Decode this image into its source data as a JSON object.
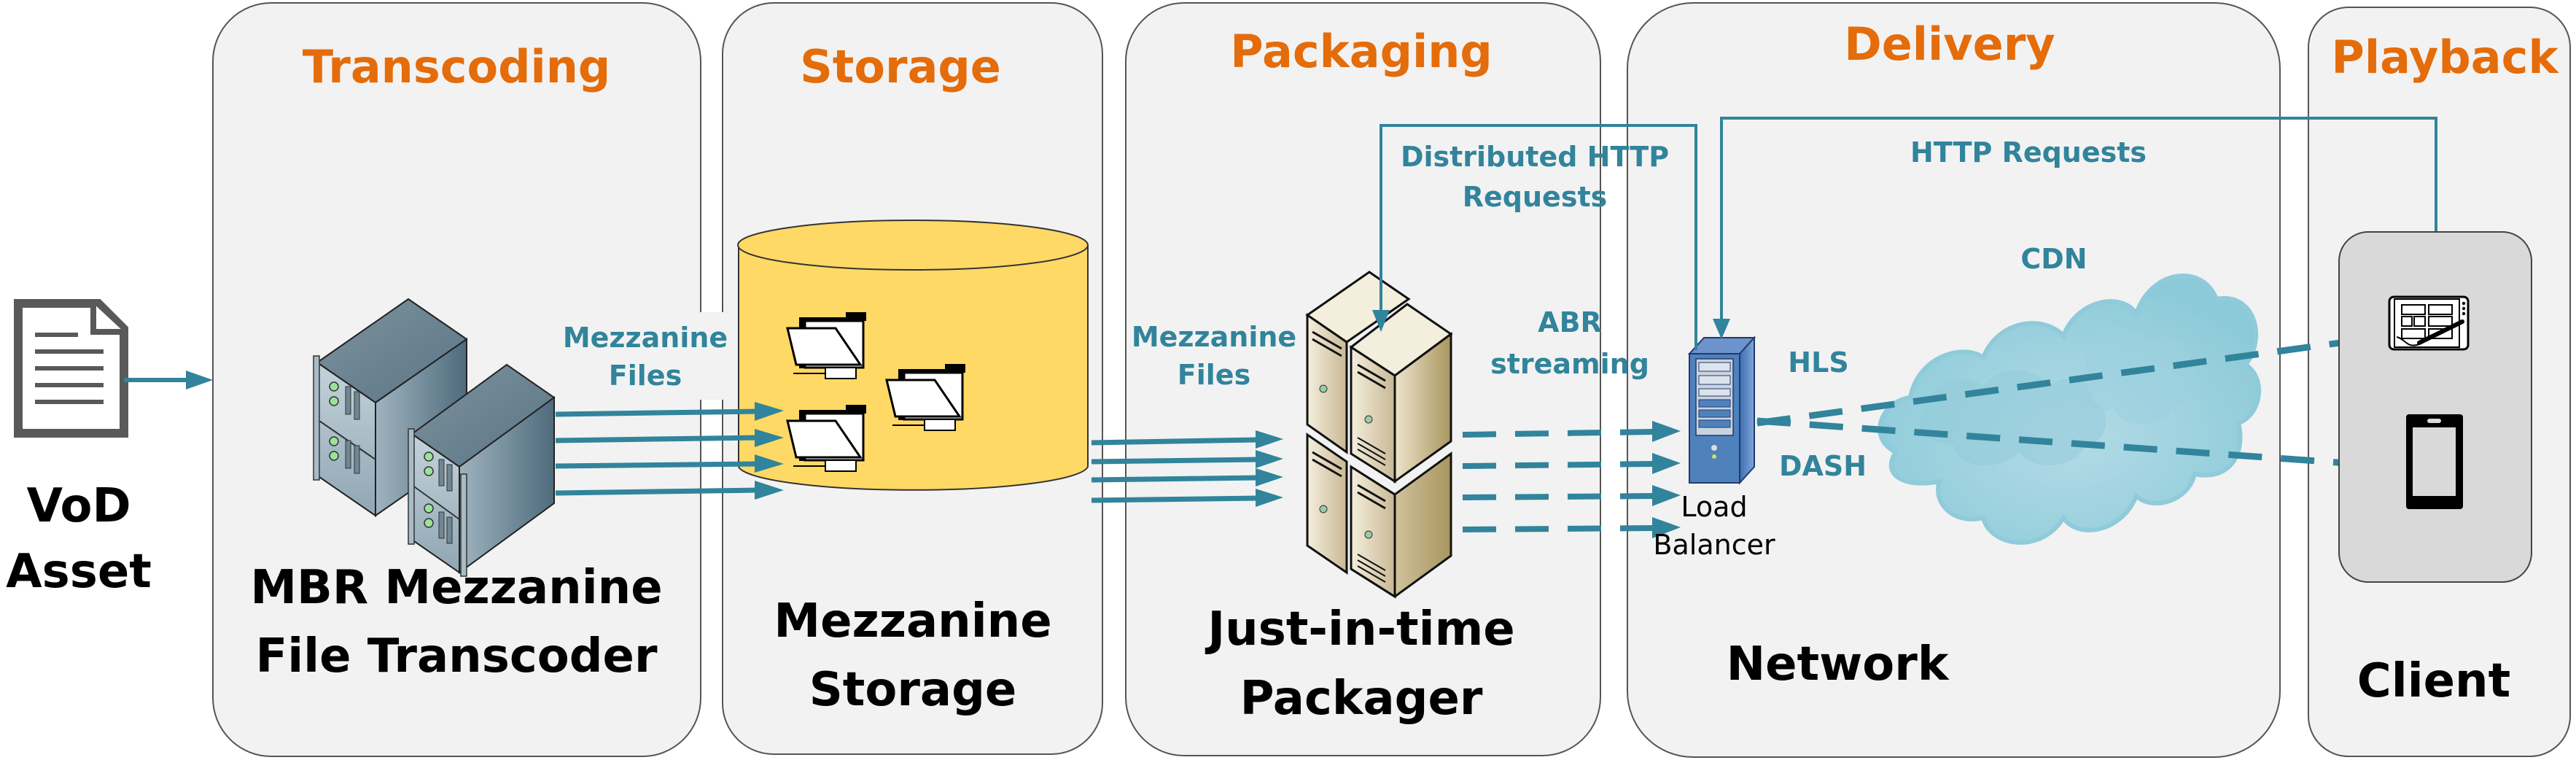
{
  "colors": {
    "panel_fill": "#F2F2F2",
    "panel_stroke": "#555555",
    "stage_title": "#E46C0A",
    "flow": "#31849B",
    "storage_fill": "#FFD966",
    "client_box": "#D9D9D9",
    "cdn_cloud": "#A5D5E2",
    "load_balancer": "#4F81BD"
  },
  "source": {
    "label_line1": "VoD",
    "label_line2": "Asset",
    "icon": "document-icon"
  },
  "stages": [
    {
      "id": "transcoding",
      "title": "Transcoding",
      "label_line1": "MBR Mezzanine",
      "label_line2": "File Transcoder",
      "icon": "rack-server-icon"
    },
    {
      "id": "storage",
      "title": "Storage",
      "label_line1": "Mezzanine",
      "label_line2": "Storage",
      "icon": "storage-cylinder-icon"
    },
    {
      "id": "packaging",
      "title": "Packaging",
      "label_line1": "Just-in-time",
      "label_line2": "Packager",
      "icon": "tower-server-icon"
    },
    {
      "id": "delivery",
      "title": "Delivery",
      "label_line1": "Network",
      "icon": "cdn-cloud-icon"
    },
    {
      "id": "playback",
      "title": "Playback",
      "label_line1": "Client",
      "icon": "client-devices-icon"
    }
  ],
  "flows": {
    "transcoder_to_storage": {
      "line1": "Mezzanine",
      "line2": "Files"
    },
    "storage_to_packager": {
      "line1": "Mezzanine",
      "line2": "Files"
    },
    "packager_to_lb": {
      "line1": "ABR",
      "line2": "streaming"
    },
    "lb_to_packager_requests": {
      "line1": "Distributed HTTP",
      "line2": "Requests"
    },
    "client_to_lb_requests": {
      "line1": "HTTP Requests"
    },
    "hls": "HLS",
    "dash": "DASH",
    "cdn": "CDN"
  },
  "load_balancer": {
    "line1": "Load",
    "line2": "Balancer"
  },
  "clients": [
    {
      "name": "tablet",
      "icon": "tablet-icon",
      "protocol": "HLS"
    },
    {
      "name": "smartphone",
      "icon": "smartphone-icon",
      "protocol": "DASH"
    }
  ]
}
